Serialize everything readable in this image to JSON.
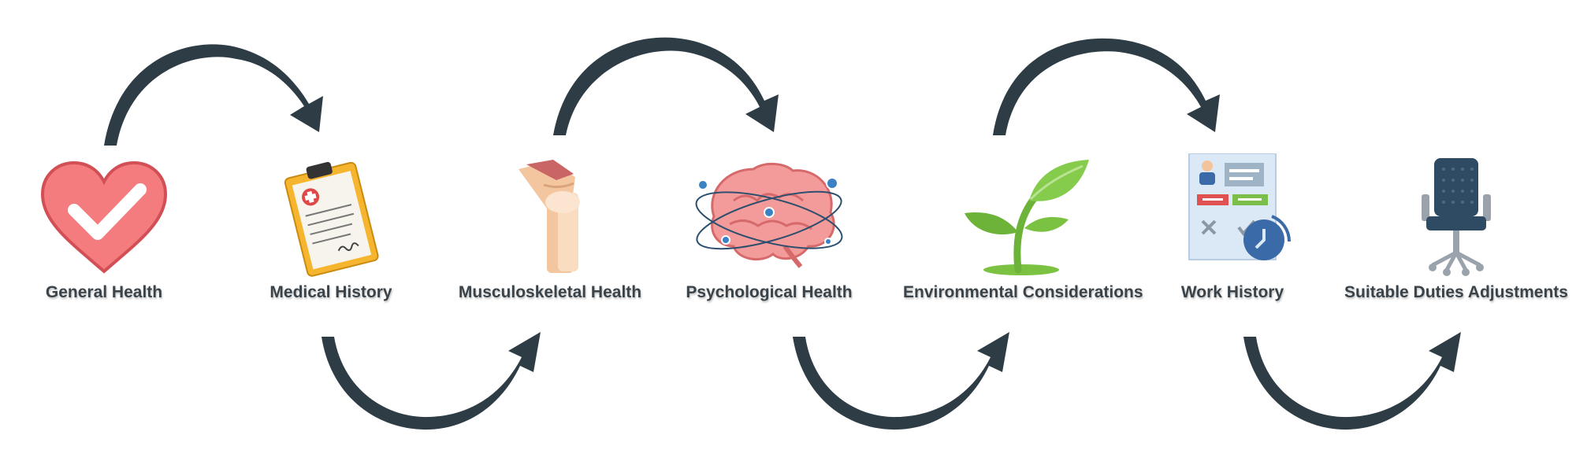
{
  "steps": [
    {
      "label": "General Health",
      "icon": "heart-check-icon"
    },
    {
      "label": "Medical History",
      "icon": "clipboard-icon"
    },
    {
      "label": "Musculoskeletal Health",
      "icon": "knee-joint-icon"
    },
    {
      "label": "Psychological Health",
      "icon": "brain-icon"
    },
    {
      "label": "Environmental Considerations",
      "icon": "sprout-icon"
    },
    {
      "label": "Work History",
      "icon": "work-record-icon"
    },
    {
      "label": "Suitable Duties Adjustments",
      "icon": "office-chair-icon"
    }
  ],
  "colors": {
    "arrow": "#2e3c45",
    "label": "#3a4349",
    "heart": "#f47c7e",
    "brain": "#f39a9a",
    "leaf": "#7cc242",
    "chair": "#2f4a63"
  }
}
